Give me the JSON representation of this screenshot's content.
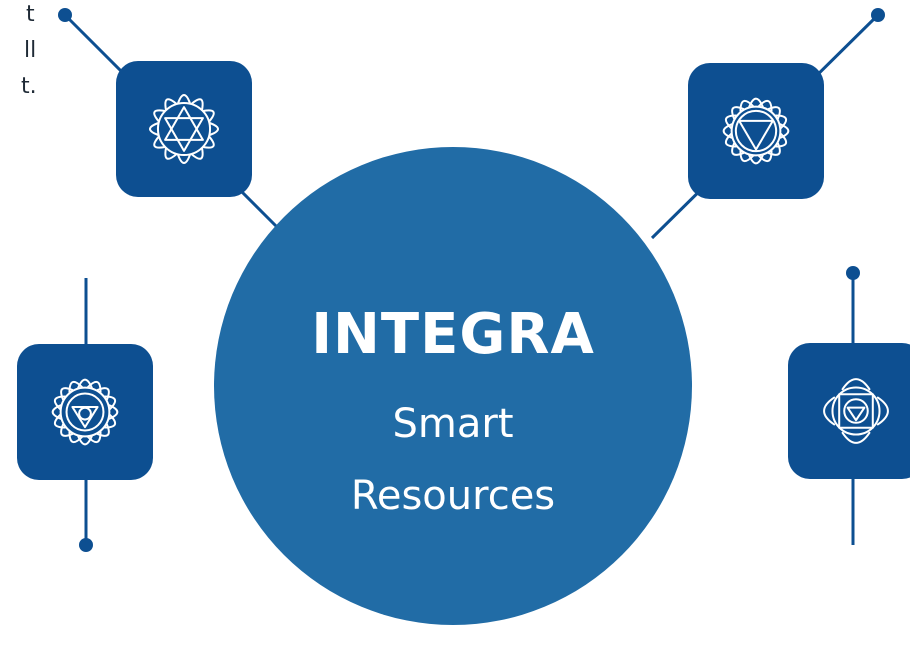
{
  "intro_fragment": {
    "line1": "t",
    "line2": "ll",
    "line3": "t."
  },
  "hub": {
    "title": "INTEGRA",
    "subtitle_line1": "Smart",
    "subtitle_line2": "Resources"
  },
  "colors": {
    "hub": "#216ca6",
    "tile": "#0d4f91",
    "connector": "#0d4f91",
    "icon_stroke": "#ffffff",
    "text": "#1f2a36"
  },
  "tiles": [
    {
      "id": "top-left",
      "icon": "heart-chakra-icon"
    },
    {
      "id": "top-right",
      "icon": "throat-chakra-icon"
    },
    {
      "id": "middle-left",
      "icon": "throat-chakra-circle-icon"
    },
    {
      "id": "middle-right",
      "icon": "root-chakra-icon"
    }
  ]
}
